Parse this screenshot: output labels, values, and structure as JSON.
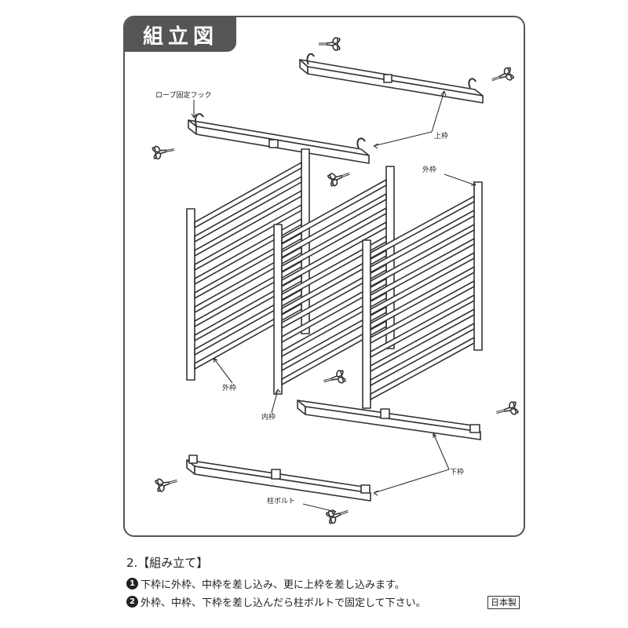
{
  "title": "組立図",
  "labels": {
    "rope_hook": "ロープ固定フック",
    "top_frame": "上枠",
    "outer_frame_right": "外枠",
    "outer_frame_left": "外枠",
    "inner_frame": "内枠",
    "bottom_frame": "下枠",
    "column_bolt": "柱ボルト"
  },
  "step_heading": "2.【組み立て】",
  "instructions": [
    {
      "num": "1",
      "text": "下枠に外枠、中枠を差し込み、更に上枠を差し込みます。"
    },
    {
      "num": "2",
      "text": "外枠、中枠、下枠を差し込んだら柱ボルトで固定して下さい。"
    }
  ],
  "made_in": "日本製"
}
